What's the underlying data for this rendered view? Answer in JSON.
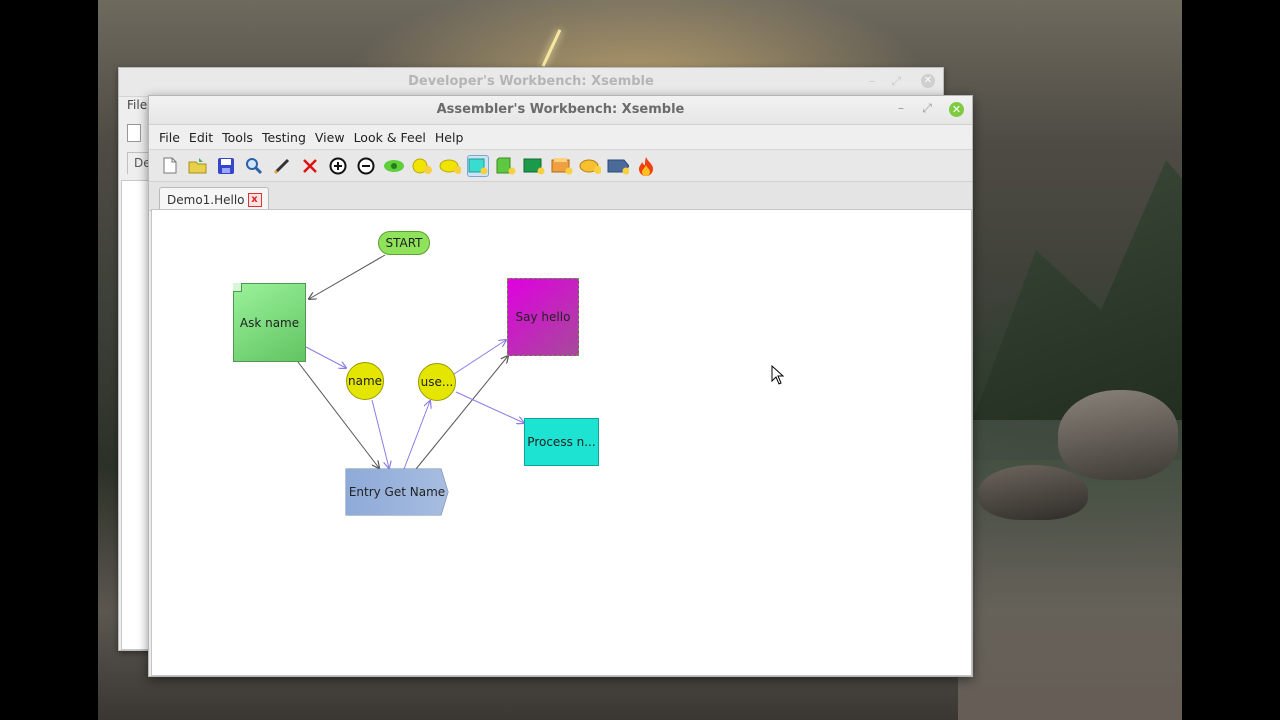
{
  "back_window": {
    "title": "Developer's Workbench: Xsemble",
    "menu_fragment": "File",
    "tab_fragment": "De"
  },
  "front_window": {
    "title": "Assembler's Workbench: Xsemble",
    "menu": [
      "File",
      "Edit",
      "Tools",
      "Testing",
      "View",
      "Look & Feel",
      "Help"
    ],
    "toolbar_icons": [
      "new-file-icon",
      "open-folder-icon",
      "save-icon",
      "search-icon",
      "pencil-icon",
      "delete-icon",
      "zoom-in-icon",
      "zoom-out-icon",
      "eye-icon",
      "add-circle-icon",
      "add-ellipse-icon",
      "add-rect-icon",
      "add-green-doc-icon",
      "add-green-rect-icon",
      "add-orange-doc-icon",
      "add-f-ellipse-icon",
      "add-arrow-icon",
      "fire-icon"
    ],
    "selected_tool": "add-rect-icon",
    "tab": {
      "label": "Demo1.Hello",
      "close": "x"
    },
    "diagram": {
      "start": "START",
      "ask_name": "Ask name",
      "say_hello": "Say hello",
      "name_var": "name",
      "use_var": "use...",
      "process": "Process n...",
      "entry": "Entry Get Name"
    },
    "colors": {
      "start": "#8fe35a",
      "ask_name": "#7fdb7f",
      "say_hello": "#cc20c8",
      "variable": "#e4e600",
      "process": "#1de3d3",
      "entry": "#98b2dc",
      "flow_edge": "#555555",
      "data_edge": "#8a7be8"
    }
  }
}
